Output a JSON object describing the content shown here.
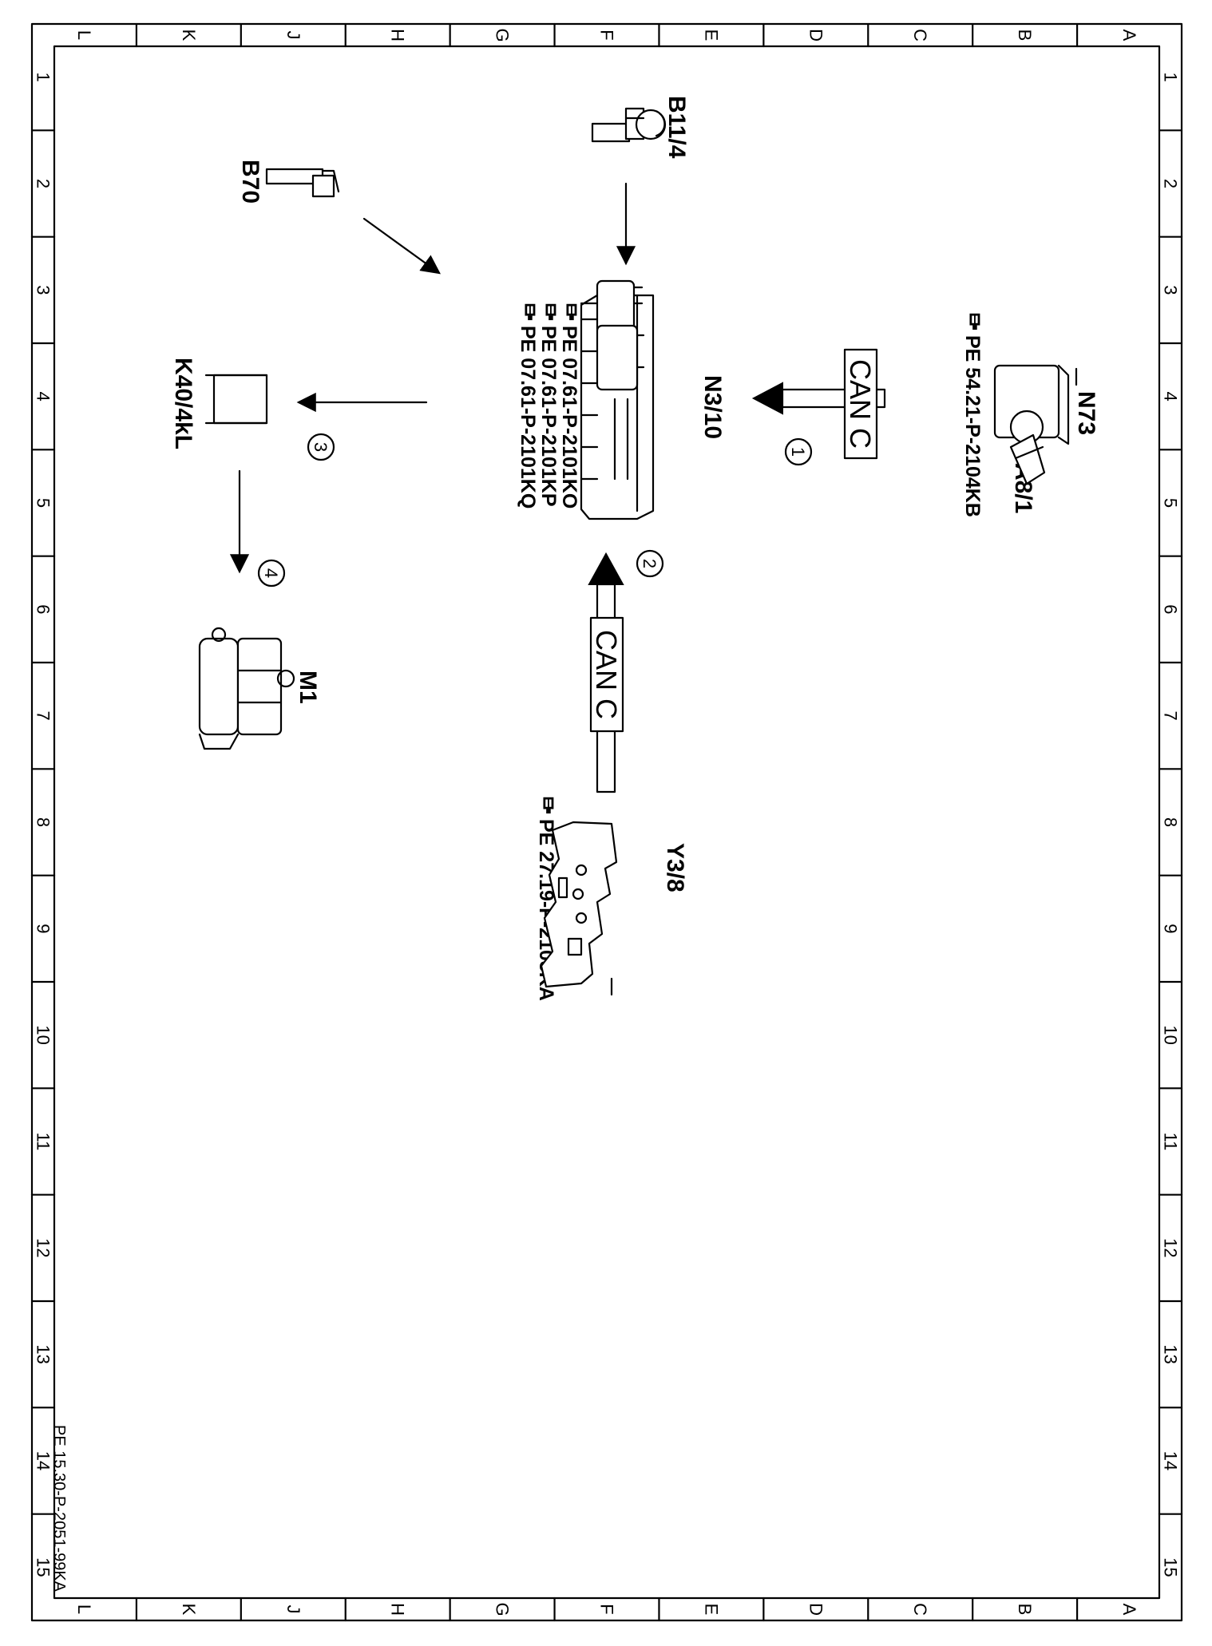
{
  "frame": {
    "column_letters": [
      "L",
      "K",
      "J",
      "H",
      "G",
      "F",
      "E",
      "D",
      "C",
      "B",
      "A"
    ],
    "row_numbers": [
      "1",
      "2",
      "3",
      "4",
      "5",
      "6",
      "7",
      "8",
      "9",
      "10",
      "11",
      "12",
      "13",
      "14",
      "15"
    ],
    "document_id": "PE 15.30-P-2051-99KA"
  },
  "components": {
    "b11_4": {
      "label": "B11/4"
    },
    "b70": {
      "label": "B70"
    },
    "n3_10": {
      "label": "N3/10",
      "refs": [
        "PE 07.61-P-2101KO",
        "PE 07.61-P-2101KP",
        "PE 07.61-P-2101KQ"
      ]
    },
    "n73": {
      "label": "N73",
      "ref": "PE 54.21-P-2104KB"
    },
    "a8_1": {
      "label": "A8/1"
    },
    "k40_4kl": {
      "label": "K40/4kL"
    },
    "m1": {
      "label": "M1"
    },
    "y3_8": {
      "label": "Y3/8",
      "ref": "PE 27.19-P-2103KA"
    }
  },
  "signals": {
    "bus_top": {
      "label": "CAN C",
      "number": "1"
    },
    "bus_bottom": {
      "label": "CAN C",
      "number": "2"
    },
    "step3": {
      "number": "3"
    },
    "step4": {
      "number": "4"
    }
  },
  "ref_icon": "pointing-hand-icon"
}
